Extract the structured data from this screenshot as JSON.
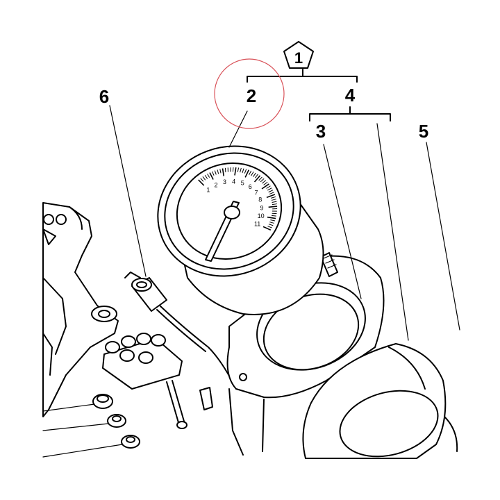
{
  "assembly_marker": {
    "label": "1",
    "shape": "pentagon"
  },
  "callouts": [
    {
      "id": "2",
      "label": "2"
    },
    {
      "id": "3",
      "label": "3"
    },
    {
      "id": "4",
      "label": "4"
    },
    {
      "id": "5",
      "label": "5"
    },
    {
      "id": "6",
      "label": "6"
    }
  ],
  "highlight": {
    "target": "2",
    "color": "#d9535a"
  },
  "tachometer_dial": {
    "scale_labels": [
      "1",
      "2",
      "3",
      "4",
      "5",
      "6",
      "7",
      "8",
      "9",
      "10",
      "11"
    ]
  }
}
